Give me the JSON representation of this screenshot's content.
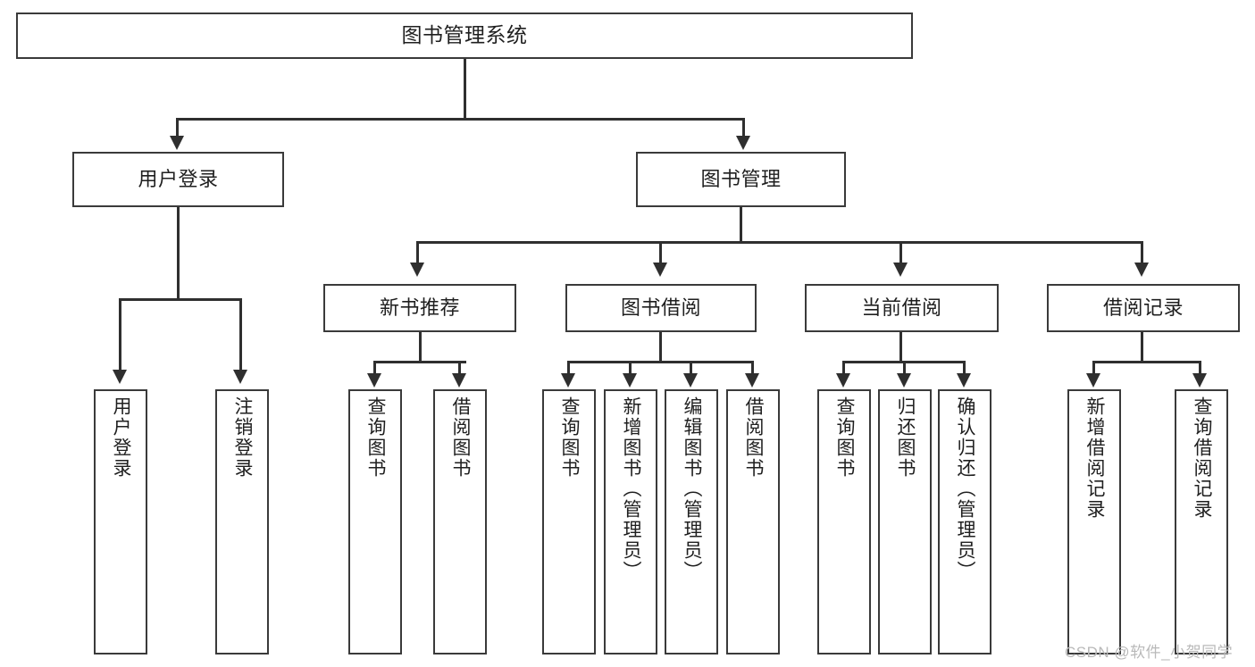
{
  "diagram": {
    "title": "图书管理系统",
    "root": {
      "label": "图书管理系统"
    },
    "level2": [
      {
        "label": "用户登录"
      },
      {
        "label": "图书管理"
      }
    ],
    "level3": [
      {
        "label": "新书推荐"
      },
      {
        "label": "图书借阅"
      },
      {
        "label": "当前借阅"
      },
      {
        "label": "借阅记录"
      }
    ],
    "leaves": {
      "user_login": [
        {
          "label": "用户登录"
        },
        {
          "label": "注销登录"
        }
      ],
      "new_book_recommend": [
        {
          "label": "查询图书"
        },
        {
          "label": "借阅图书"
        }
      ],
      "book_borrow": [
        {
          "label": "查询图书"
        },
        {
          "label": "新增图书（管理员）"
        },
        {
          "label": "编辑图书（管理员）"
        },
        {
          "label": "借阅图书"
        }
      ],
      "current_borrow": [
        {
          "label": "查询图书"
        },
        {
          "label": "归还图书"
        },
        {
          "label": "确认归还（管理员）"
        }
      ],
      "borrow_record": [
        {
          "label": "新增借阅记录"
        },
        {
          "label": "查询借阅记录"
        }
      ]
    }
  },
  "watermark": {
    "text": "CSDN @软件_小贺同学"
  },
  "colors": {
    "border": "#3a3a3a",
    "line": "#2f2f2f",
    "background": "#ffffff",
    "text": "#1f1f1f",
    "watermark": "#b9b9b9"
  }
}
